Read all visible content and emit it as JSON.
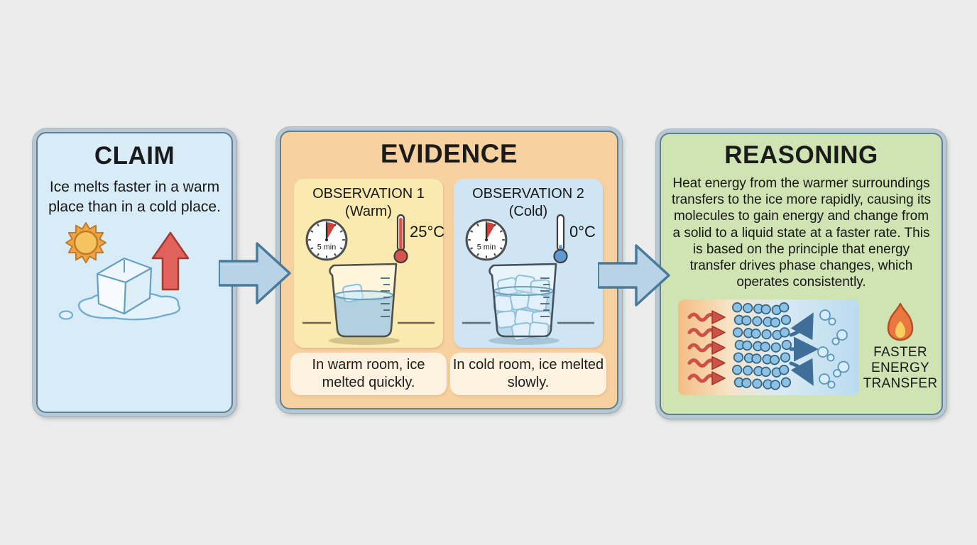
{
  "palette": {
    "page_bg": "#ebeceb",
    "panel_rim": "#b6c8d3",
    "panel_edge": "#5d7f95",
    "claim_bg": "#d8ecf8",
    "evidence_bg": "#f8d1a1",
    "obs_warm_bg": "#faeab0",
    "obs_cold_bg": "#cfe5f4",
    "caption_bg": "#fdf2df",
    "reasoning_bg": "#cfe4b2",
    "flow_arrow_fill": "#b8d3e5",
    "flow_arrow_stroke": "#4a7a99",
    "hot_red": "#d9534a",
    "cold_blue": "#5b9bd1",
    "flame_orange": "#ea7740",
    "flame_yellow": "#f8cf5f",
    "molecule_blue": "#8cc1e4"
  },
  "icons": [
    "sun-icon",
    "melting-ice-cube-icon",
    "up-arrow-icon",
    "flow-arrow-icon",
    "timer-icon",
    "thermometer-icon",
    "beaker-icon",
    "heat-waves-icon",
    "molecule-lattice-icon",
    "molecule-escape-arrows-icon",
    "water-molecule-icon",
    "flame-icon"
  ],
  "claim": {
    "title": "CLAIM",
    "body": "Ice melts faster in a warm place than in a cold place."
  },
  "evidence": {
    "title": "EVIDENCE",
    "observations": [
      {
        "heading": "OBSERVATION 1",
        "subheading": "(Warm)",
        "timer_label": "5 min",
        "temperature": "25°C",
        "caption": "In warm room, ice melted quickly."
      },
      {
        "heading": "OBSERVATION 2",
        "subheading": "(Cold)",
        "timer_label": "5 min",
        "temperature": "0°C",
        "caption": "In cold room, ice melted slowly."
      }
    ]
  },
  "reasoning": {
    "title": "REASONING",
    "body": "Heat energy from the warmer surroundings transfers to the ice more rapidly, causing its molecules to gain energy and change from a solid to a liquid state at a faster rate. This is based on the principle that energy transfer drives phase changes, which operates consistently.",
    "energy_caption": [
      "FASTER",
      "ENERGY",
      "TRANSFER"
    ]
  }
}
